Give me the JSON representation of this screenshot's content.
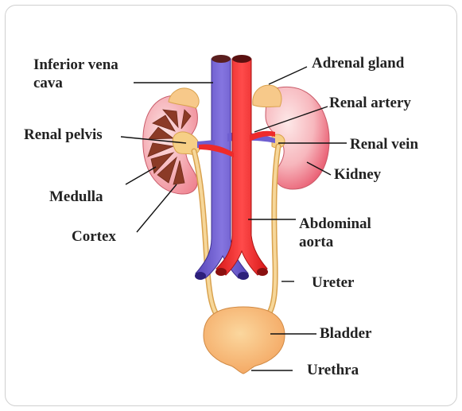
{
  "labels": {
    "inferior_vena_cava": {
      "line1": "Inferior vena",
      "line2": "cava"
    },
    "adrenal_gland": "Adrenal gland",
    "renal_artery": "Renal artery",
    "renal_pelvis": "Renal pelvis",
    "renal_vein": "Renal vein",
    "kidney": "Kidney",
    "medulla": "Medulla",
    "cortex": "Cortex",
    "abdominal_aorta": {
      "line1": "Abdominal",
      "line2": "aorta"
    },
    "ureter": "Ureter",
    "bladder": "Bladder",
    "urethra": "Urethra"
  },
  "colors": {
    "vein": "#6e5ed0",
    "artery": "#ee2a2a",
    "kidney_light": "#fbd0d0",
    "kidney_dark": "#e95f72",
    "medulla": "#8b3a26",
    "ureter": "#f6cf86",
    "bladder": "#f6b066",
    "adrenal": "#f7c98a"
  }
}
